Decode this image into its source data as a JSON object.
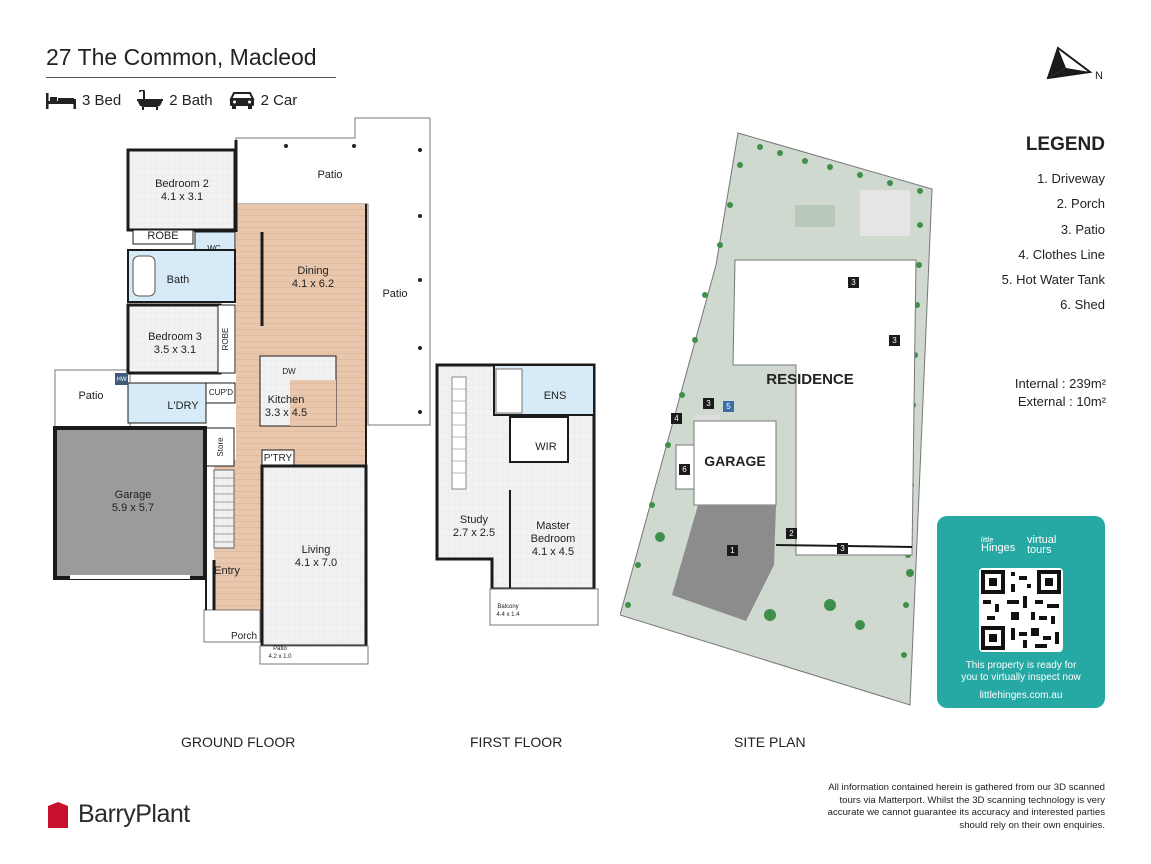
{
  "header": {
    "title": "27 The Common, Macleod",
    "features": [
      {
        "icon": "bed-icon",
        "label": "3 Bed"
      },
      {
        "icon": "bath-icon",
        "label": "2 Bath"
      },
      {
        "icon": "car-icon",
        "label": "2 Car"
      }
    ]
  },
  "compass": {
    "label": "N"
  },
  "legend": {
    "title": "LEGEND",
    "items": [
      "1. Driveway",
      "2. Porch",
      "3. Patio",
      "4. Clothes Line",
      "5. Hot Water Tank",
      "6. Shed"
    ]
  },
  "areas": {
    "internal_label": "Internal",
    "internal_value": "239m²",
    "external_label": "External",
    "external_value": "10m²"
  },
  "ground_floor": {
    "caption": "GROUND FLOOR",
    "patio_top": "Patio",
    "patio_right": "Patio",
    "patio_left": "Patio",
    "bedroom2_name": "Bedroom 2",
    "bedroom2_size": "4.1 x 3.1",
    "robe1": "ROBE",
    "wc": "WC",
    "bath": "Bath",
    "bedroom3_name": "Bedroom 3",
    "bedroom3_size": "3.5 x 3.1",
    "robe2": "ROBE",
    "dining_name": "Dining",
    "dining_size": "4.1 x 6.2",
    "dw": "DW",
    "kitchen_name": "Kitchen",
    "kitchen_size": "3.3 x 4.5",
    "hw": "HW",
    "laundry": "L'DRY",
    "cupd": "CUP'D",
    "store": "Store",
    "pantry": "P'TRY",
    "garage_name": "Garage",
    "garage_size": "5.9 x 5.7",
    "entry": "Entry",
    "living_name": "Living",
    "living_size": "4.1 x 7.0",
    "porch": "Porch",
    "patio_small_name": "Patio",
    "patio_small_size": "4.2 x 1.0"
  },
  "first_floor": {
    "caption": "FIRST FLOOR",
    "ens": "ENS",
    "wir": "WIR",
    "study_name": "Study",
    "study_size": "2.7 x 2.5",
    "master_name": "Master",
    "master_name2": "Bedroom",
    "master_size": "4.1 x 4.5",
    "balcony_name": "Balcony",
    "balcony_size": "4.4 x 1.4"
  },
  "site_plan": {
    "caption": "SITE PLAN",
    "residence": "RESIDENCE",
    "garage": "GARAGE",
    "markers": [
      "1",
      "2",
      "3",
      "3",
      "3",
      "3",
      "4",
      "5",
      "6"
    ]
  },
  "virtual_tour": {
    "brand_little": "little",
    "brand_hinges": "Hinges",
    "brand_virtual": "virtual",
    "brand_tours": "tours",
    "line1": "This property is ready for",
    "line2": "you to virtually inspect now",
    "url": "littlehinges.com.au"
  },
  "footer": {
    "logo": "BarryPlant",
    "disclaimer": "All information contained herein is gathered from our 3D scanned tours via Matterport. Whilst the 3D scanning technology is very accurate we cannot guarantee its accuracy and interested parties should rely on their own enquiries."
  },
  "colors": {
    "floor_timber": "#e9c7ac",
    "wet_area": "#d6ebf7",
    "garage": "#9b9b9b",
    "lawn": "#cfd9cf",
    "driveway": "#8c8c8c",
    "accent_teal": "#26a9a4",
    "logo_red": "#c8102e"
  }
}
